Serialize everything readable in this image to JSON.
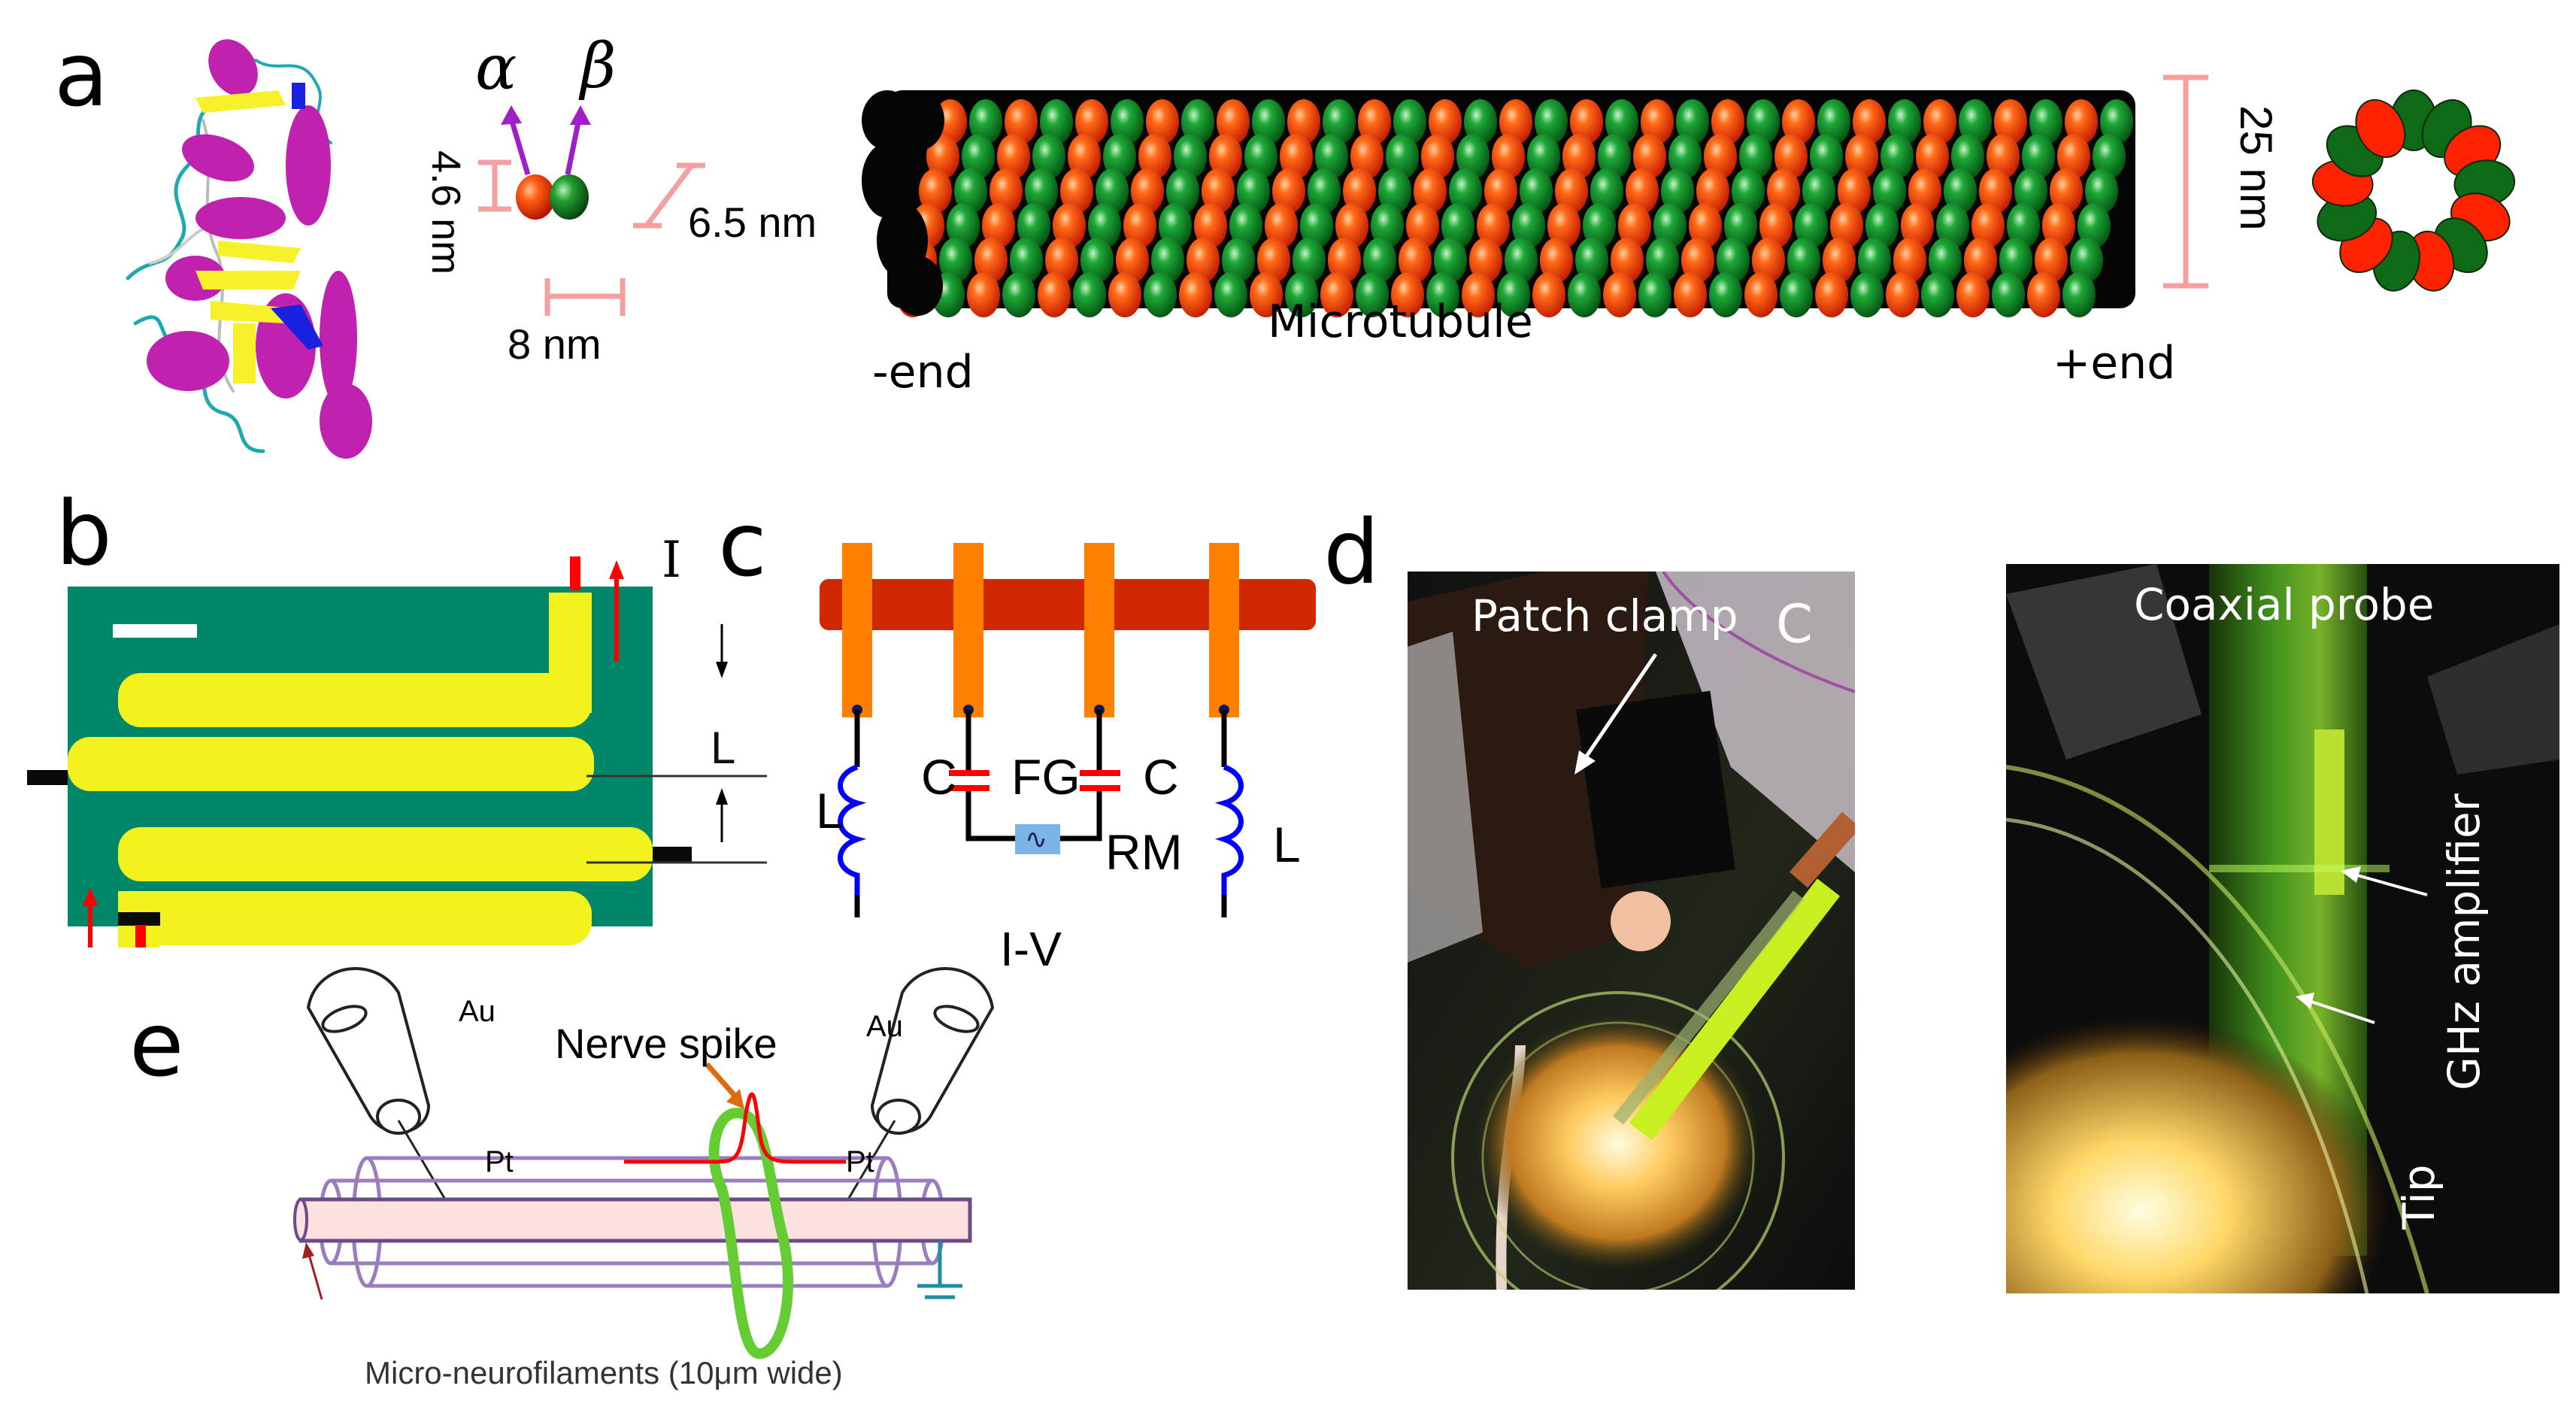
{
  "figure": {
    "panels": {
      "a": {
        "letter": "a",
        "protein_structure": "tubulin-ribbon-structure",
        "dimer": {
          "alpha_label": "α",
          "beta_label": "β",
          "height_label": "4.6 nm",
          "width_label": "8 nm",
          "diagonal_label": "6.5 nm"
        },
        "microtubule": {
          "title": "Microtubule",
          "minus_end_label": "-end",
          "plus_end_label": "+end",
          "diameter_label": "25 nm",
          "ring_protofilaments": 13
        },
        "colors": {
          "alpha": "#ff3300",
          "beta": "#0f8a1a",
          "scale_bar": "#f4a0a0",
          "arrow": "#a020c8"
        }
      },
      "b": {
        "letter": "b",
        "current_label": "I",
        "spacing_label": "L",
        "colors": {
          "substrate": "#00876a",
          "electrode": "#f2f21e",
          "current_arrow": "#ff0000"
        }
      },
      "c": {
        "letter": "c",
        "capacitor_left": "C",
        "function_generator": "FG",
        "capacitor_right": "C",
        "inductor_left": "L",
        "inductor_right": "L",
        "meter_label": "I-V",
        "meter_name": "RM",
        "source_symbol": "∿",
        "colors": {
          "rod": "#d02800",
          "electrode": "#ff8000",
          "inductor": "#0000ff",
          "capacitor": "#ff0000",
          "meter": "#66cc44",
          "source": "#7ab4e6"
        }
      },
      "d": {
        "letter": "d",
        "photo_left": {
          "label": "Patch clamp",
          "corner_label": "C"
        },
        "photo_right": {
          "label": "Coaxial probe",
          "amplifier_label": "GHz amplifier",
          "tip_label": "Tip"
        }
      },
      "e": {
        "letter": "e",
        "electrode_left": {
          "outer": "Au",
          "inner": "Pt"
        },
        "electrode_right": {
          "outer": "Au",
          "inner": "Pt"
        },
        "spike_label": "Nerve spike",
        "filament_label": "Micro-neurofilaments (10μm wide)",
        "colors": {
          "spike": "#ff0000",
          "spike_arrow": "#e06a10",
          "coil": "#66cc33",
          "tube": "#9b7cc0",
          "core": "#fde0e0",
          "ground": "#1f8fa0"
        }
      }
    }
  }
}
